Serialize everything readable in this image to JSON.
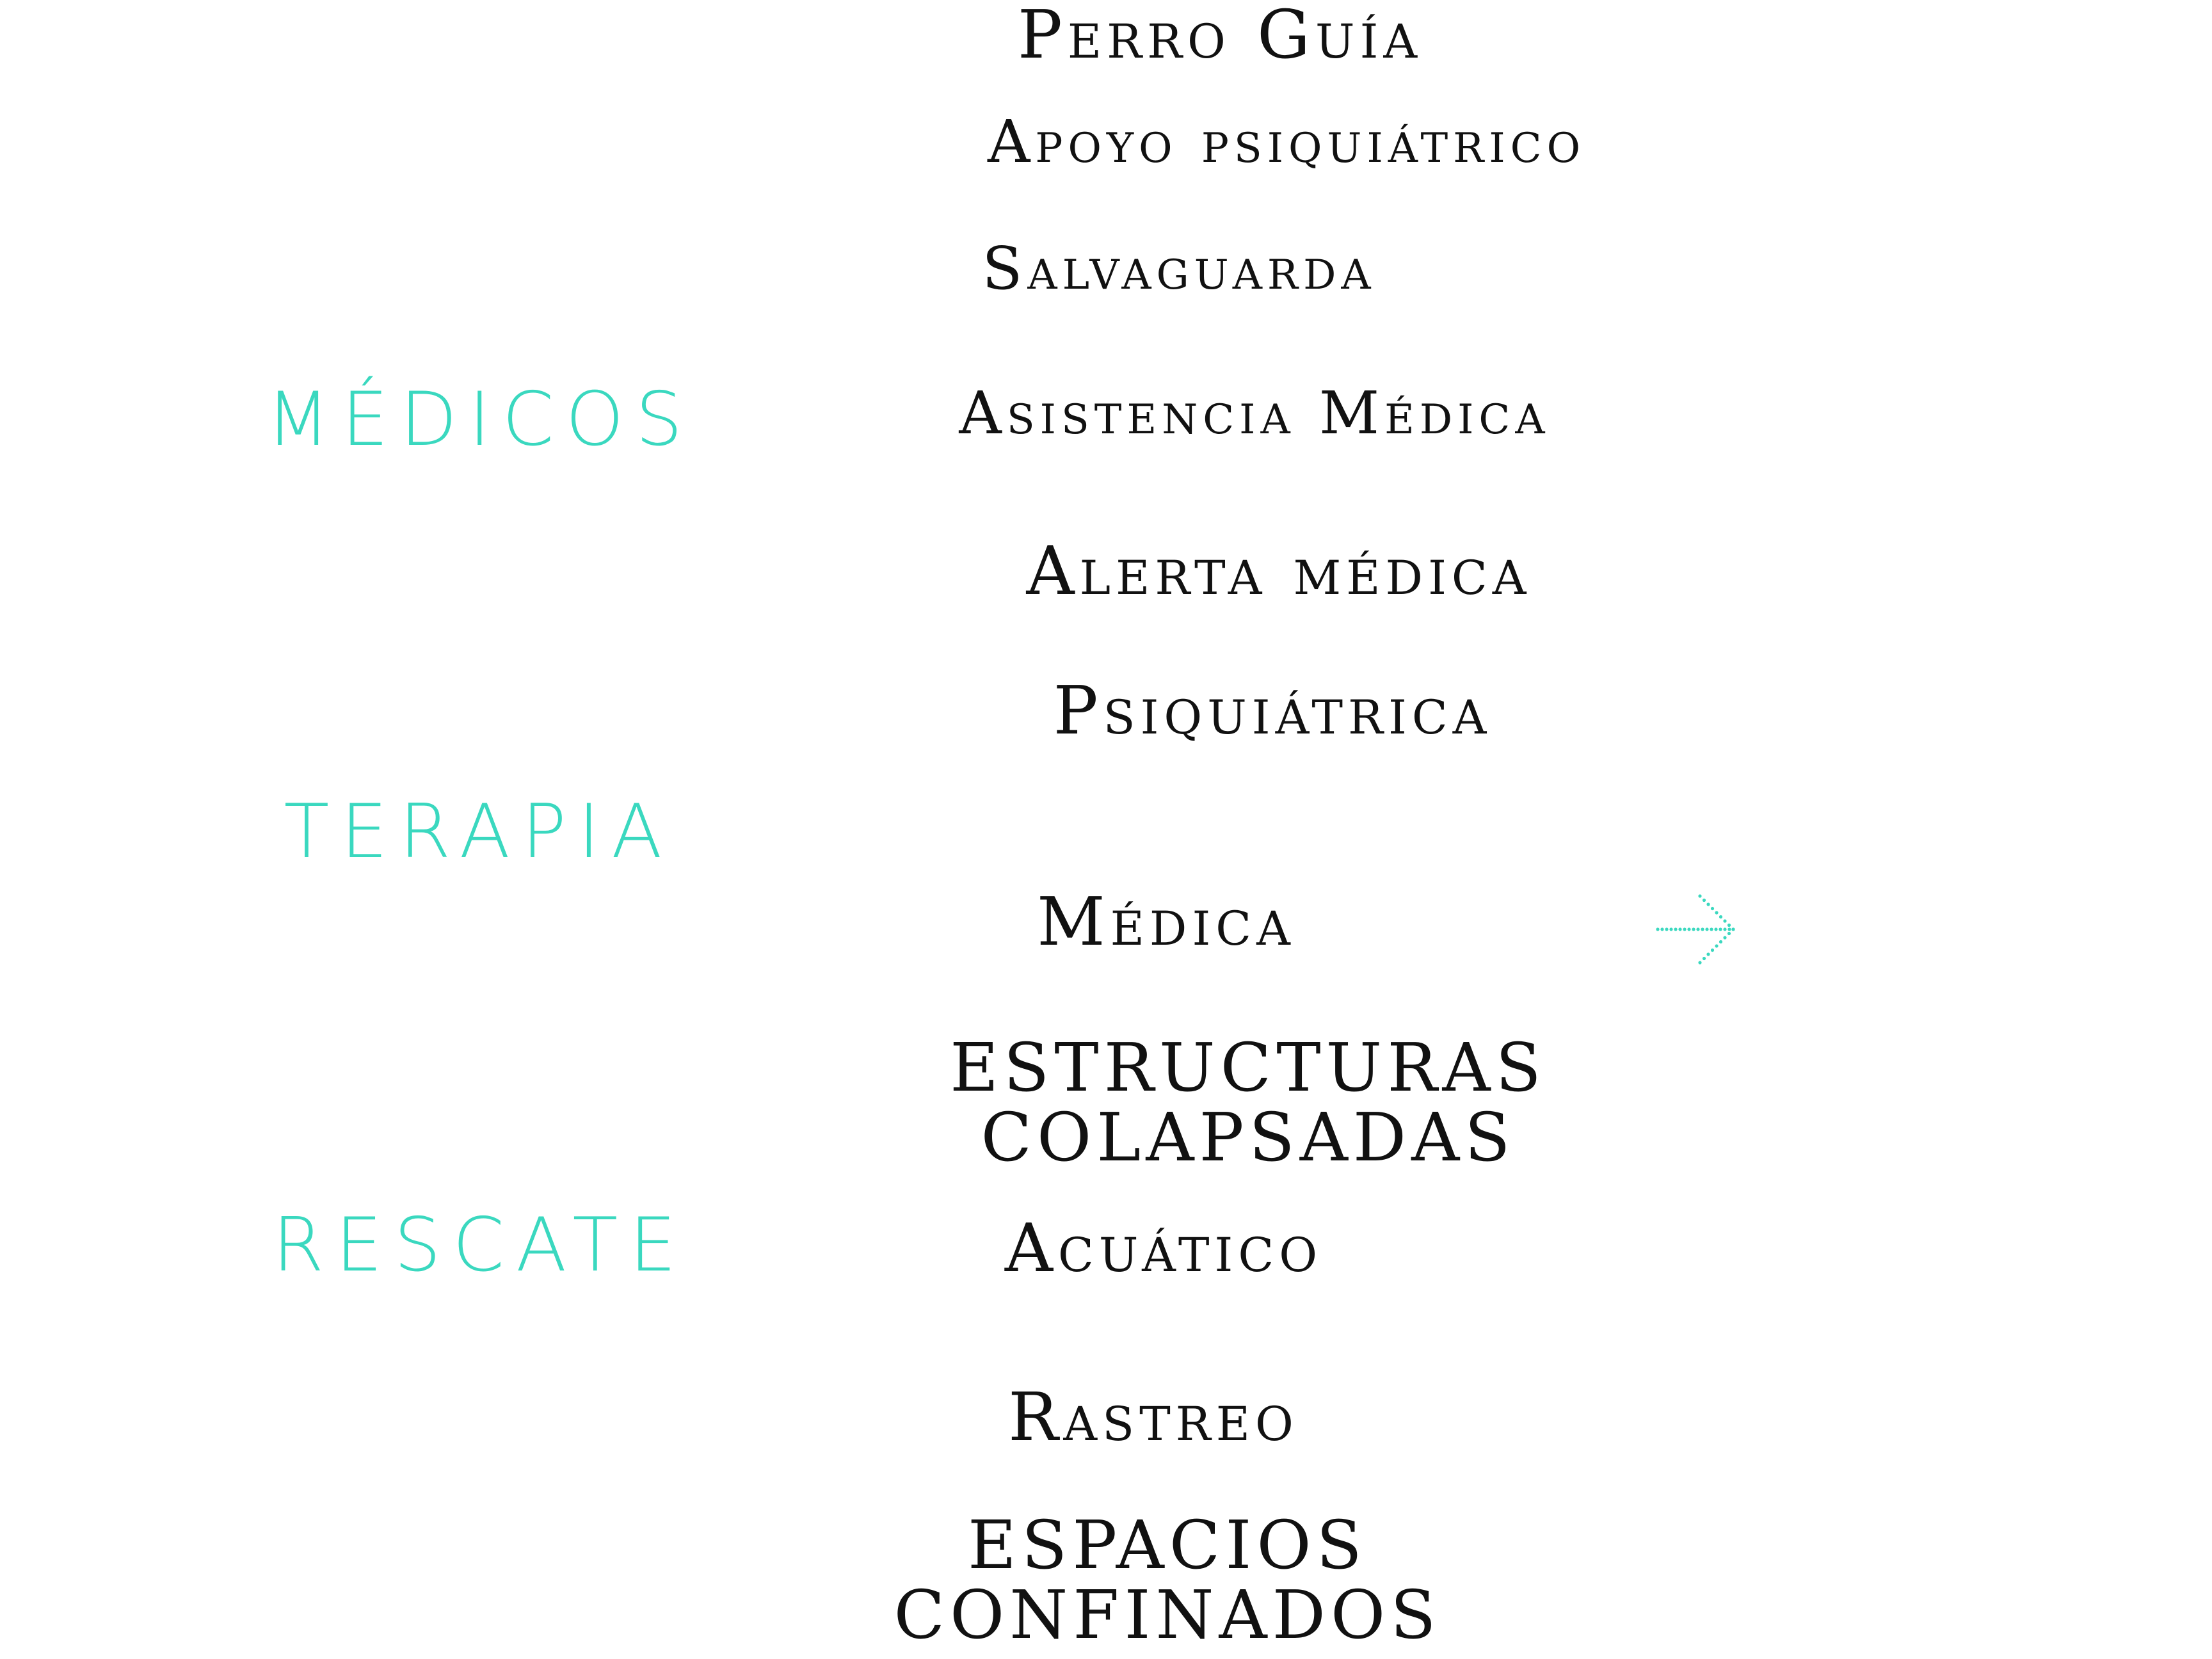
{
  "categories": {
    "medicos": "MÉDICOS",
    "terapia": "TERAPIA",
    "rescate": "RESCATE"
  },
  "items": {
    "perro_guia": "Perro Guía",
    "apoyo_psiquiatrico": "Apoyo psiquiátrico",
    "salvaguarda": "Salvaguarda",
    "asistencia_medica": "Asistencia Médica",
    "alerta_medica": "Alerta médica",
    "psiquiatrica": "Psiquiátrica",
    "medica": "Médica",
    "estructuras_colapsadas_line1": "ESTRUCTURAS",
    "estructuras_colapsadas_line2": "COLAPSADAS",
    "acuatico": "Acuático",
    "rastreo": "Rastreo",
    "espacios_confinados_line1": "ESPACIOS",
    "espacios_confinados_line2": "CONFINADOS"
  },
  "icons": {
    "arrow": "dotted-arrow-right-icon"
  },
  "colors": {
    "accent": "#3ad8bf",
    "text": "#111111",
    "background": "#ffffff"
  }
}
